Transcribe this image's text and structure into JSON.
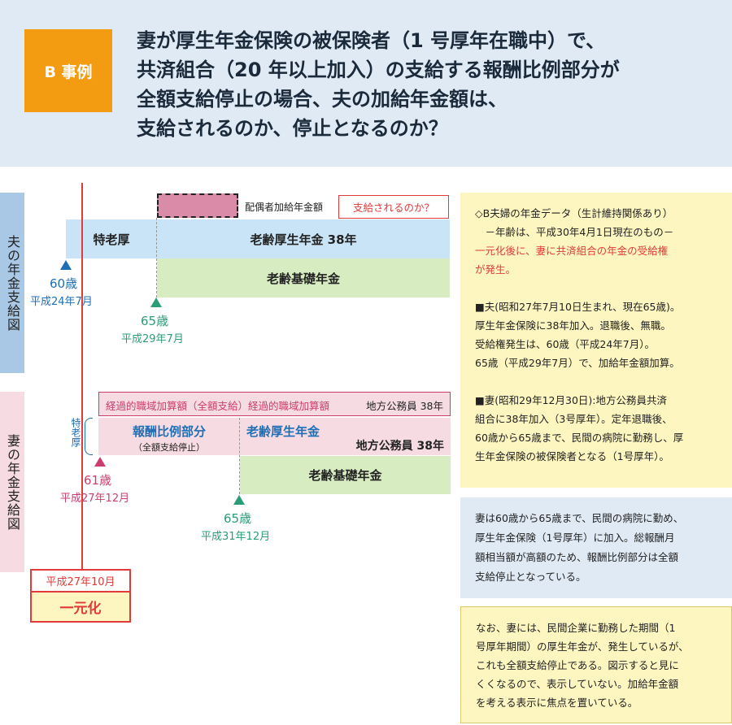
{
  "header": {
    "badge": "B 事例",
    "title_lines": [
      "妻が厚生年金保険の被保険者（1 号厚年在職中）で、",
      "共済組合（20 年以上加入）の支給する報酬比例部分が",
      "全額支給停止の場合、夫の加給年金額は、",
      "支給されるのか、停止となるのか？"
    ]
  },
  "side_labels": {
    "husband": "夫の年金支給図",
    "wife": "妻の年金支給図"
  },
  "husband": {
    "spouse_allowance_label": "配偶者加給年金額",
    "question_box": "支給されるのか？",
    "tokuro_label": "特老厚",
    "employee_pension_label": "老齢厚生年金 38年",
    "basic_pension_label": "老齢基礎年金",
    "age60": "60歳",
    "age60_date": "平成24年7月",
    "age65": "65歳",
    "age65_date": "平成29年7月"
  },
  "wife": {
    "transitional_label": "経過的職域加算額（全額支給）経過的職域加算額",
    "transitional_right": "地方公務員 38年",
    "tokuro_label": "特老厚",
    "remuneration_label": "報酬比例部分",
    "remuneration_sub": "（全額支給停止）",
    "employee_pension_label": "老齢厚生年金",
    "local_gov_label": "地方公務員 38年",
    "basic_pension_label": "老齢基礎年金",
    "age61": "61歳",
    "age61_date": "平成27年12月",
    "age65": "65歳",
    "age65_date": "平成31年12月"
  },
  "unification": {
    "date": "平成27年10月",
    "label": "一元化"
  },
  "info_box": {
    "lines": [
      "◇B夫婦の年金データ（生計維持関係あり）",
      "　－年齢は、平成30年4月1日現在のもの－",
      "一元化後に、妻に共済組合の年金の受給権",
      "が発生。",
      "",
      "■夫(昭和27年7月10日生まれ、現在65歳)。",
      "厚生年金保険に38年加入。退職後、無職。",
      "受給権発生は、60歳（平成24年7月）。",
      "65歳（平成29年7月）で、加給年金額加算。",
      "",
      "■妻(昭和29年12月30日):地方公務員共済",
      "組合に38年加入（3号厚年）。定年退職後、",
      "60歳から65歳まで、民間の病院に勤務し、厚",
      "生年金保険の被保険者となる（1号厚年）。"
    ]
  },
  "note_blue": {
    "lines": [
      "妻は60歳から65歳まで、民間の病院に勤め、",
      "厚生年金保険（1号厚年）に加入。総報酬月",
      "額相当額が高額のため、報酬比例部分は全額",
      "支給停止となっている。"
    ]
  },
  "note_yellow": {
    "lines": [
      "なお、妻には、民間企業に勤務した期間（1",
      "号厚年期間）の厚生年金が、発生しているが、",
      "これも全額支給停止である。図示すると見に",
      "くくなるので、表示していない。加給年金額",
      "を考える表示に焦点を置いている。"
    ]
  },
  "colors": {
    "accent_orange": "#f39c12",
    "red": "#e03a3a",
    "blue_text": "#1f6fb5",
    "green_marker": "#2a9d77",
    "pink_marker": "#cc3d6c"
  }
}
